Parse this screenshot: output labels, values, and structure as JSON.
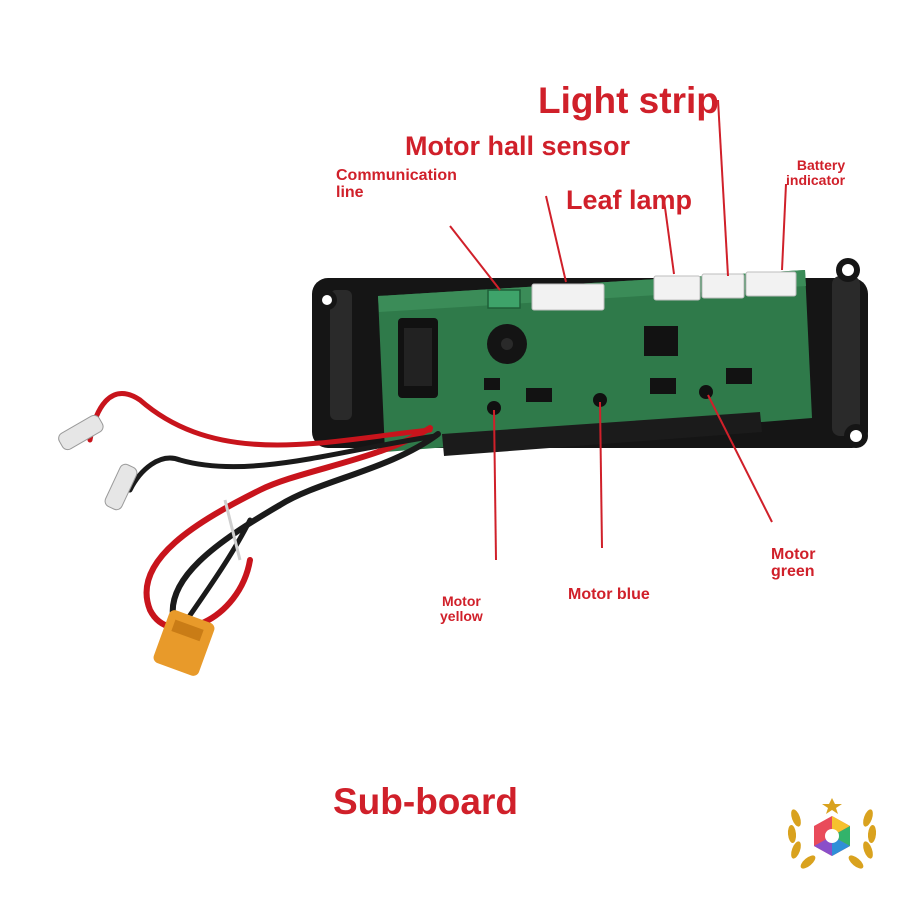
{
  "labels": {
    "light_strip": "Light strip",
    "motor_hall_sensor": "Motor hall sensor",
    "communication_line": [
      "Communication",
      "line"
    ],
    "leaf_lamp": "Leaf lamp",
    "battery_indicator": [
      "Battery",
      "indicator"
    ],
    "motor_yellow": [
      "Motor",
      "yellow"
    ],
    "motor_blue": "Motor blue",
    "motor_green": [
      "Motor",
      "green"
    ],
    "sub_board": "Sub-board"
  },
  "colors": {
    "label": "#d0202a",
    "pcb": "#2f7a4a",
    "frame": "#151515",
    "wire_red": "#c8141c",
    "wire_black": "#1a1a1a",
    "connector": "#f2f2f2",
    "plug": "#e89a2a",
    "laurel": "#d9a21e"
  },
  "icons": {
    "badge": "laurel-wreath-logo-icon"
  }
}
